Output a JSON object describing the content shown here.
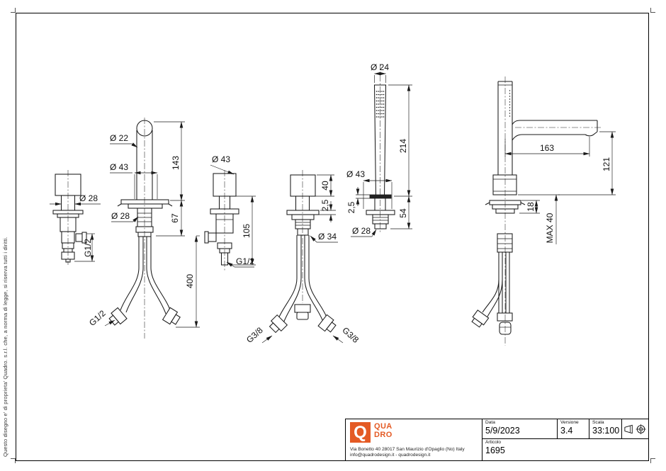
{
  "page": {
    "copyright": "Questo disegno e' di proprieta' Quadro. s.r.l. che, a norma di legge, si riserva tutti i diritti."
  },
  "title_block": {
    "logo_letter": "Q",
    "logo_line1": "QUA",
    "logo_line2": "DRO",
    "logo_color": "#e45a24",
    "address_line1": "Via Bonetto 40  28017 San Maurizio d'Opaglio (No) Italy",
    "address_line2": "info@quadrodesign.it  -  quadrodesign.it",
    "data_label": "Data",
    "data_value": "5/9/2023",
    "versione_label": "Versione",
    "versione_value": "3.4",
    "scala_label": "Scala",
    "scala_value": "33:100",
    "articolo_label": "Articolo",
    "articolo_value": "1695",
    "projection_icon": "first-angle-projection-icon"
  },
  "dims": {
    "d1_dia28": "Ø 28",
    "d1_g12": "G1/2",
    "d2_dia22": "Ø 22",
    "d2_dia43": "Ø 43",
    "d2_h143": "143",
    "d2_dia28": "Ø 28",
    "d2_h67": "67",
    "d2_h400": "400",
    "d2_g12": "G1/2",
    "d3_dia43": "Ø 43",
    "d3_h105": "105",
    "d3_g12": "G1/2",
    "d4_h40": "40",
    "d4_t25": "2,5",
    "d4_dia34": "Ø 34",
    "d4_g38_left": "G3/8",
    "d4_g38_right": "G3/8",
    "d5_dia24": "Ø 24",
    "d5_h214": "214",
    "d5_dia43": "Ø 43",
    "d5_t25": "2,5",
    "d5_h54": "54",
    "d5_dia28": "Ø 28",
    "d6_w163": "163",
    "d6_h121": "121",
    "d6_t18": "18",
    "d6_max40": "MAX 40"
  }
}
